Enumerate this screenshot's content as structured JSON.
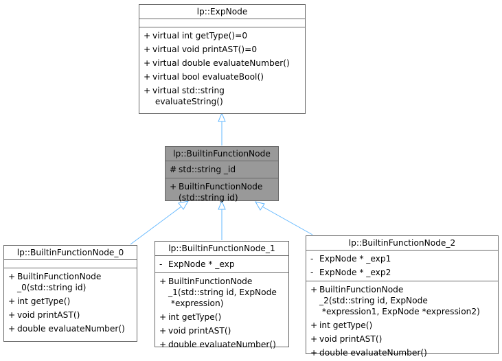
{
  "nodes": {
    "exp": {
      "title": "lp::ExpNode",
      "methods": [
        {
          "vis": "+",
          "text": "virtual int getType()=0"
        },
        {
          "vis": "+",
          "text": "virtual void printAST()=0"
        },
        {
          "vis": "+",
          "text": "virtual double evaluateNumber()"
        },
        {
          "vis": "+",
          "text": "virtual bool evaluateBool()"
        },
        {
          "vis": "+",
          "text": "virtual std::string\n evaluateString()"
        }
      ]
    },
    "builtin": {
      "title": "lp::BuiltinFunctionNode",
      "attrs": [
        {
          "vis": "#",
          "text": "std::string _id"
        }
      ],
      "methods": [
        {
          "vis": "+",
          "text": "BuiltinFunctionNode\n(std::string id)"
        }
      ]
    },
    "b0": {
      "title": "lp::BuiltinFunctionNode_0",
      "methods": [
        {
          "vis": "+",
          "text": "BuiltinFunctionNode\n_0(std::string id)"
        },
        {
          "vis": "+",
          "text": "int getType()"
        },
        {
          "vis": "+",
          "text": "void printAST()"
        },
        {
          "vis": "+",
          "text": "double evaluateNumber()"
        }
      ]
    },
    "b1": {
      "title": "lp::BuiltinFunctionNode_1",
      "attrs": [
        {
          "vis": "-",
          "text": "ExpNode * _exp"
        }
      ],
      "methods": [
        {
          "vis": "+",
          "text": "BuiltinFunctionNode\n_1(std::string id, ExpNode\n *expression)"
        },
        {
          "vis": "+",
          "text": "int getType()"
        },
        {
          "vis": "+",
          "text": "void printAST()"
        },
        {
          "vis": "+",
          "text": "double evaluateNumber()"
        }
      ]
    },
    "b2": {
      "title": "lp::BuiltinFunctionNode_2",
      "attrs": [
        {
          "vis": "-",
          "text": "ExpNode * _exp1"
        },
        {
          "vis": "-",
          "text": "ExpNode * _exp2"
        }
      ],
      "methods": [
        {
          "vis": "+",
          "text": "BuiltinFunctionNode\n_2(std::string id, ExpNode\n *expression1, ExpNode *expression2)"
        },
        {
          "vis": "+",
          "text": "int getType()"
        },
        {
          "vis": "+",
          "text": "void printAST()"
        },
        {
          "vis": "+",
          "text": "double evaluateNumber()"
        }
      ]
    }
  },
  "colors": {
    "edge": "#63b8ff",
    "border": "#666666",
    "focus_fill": "#999999"
  }
}
